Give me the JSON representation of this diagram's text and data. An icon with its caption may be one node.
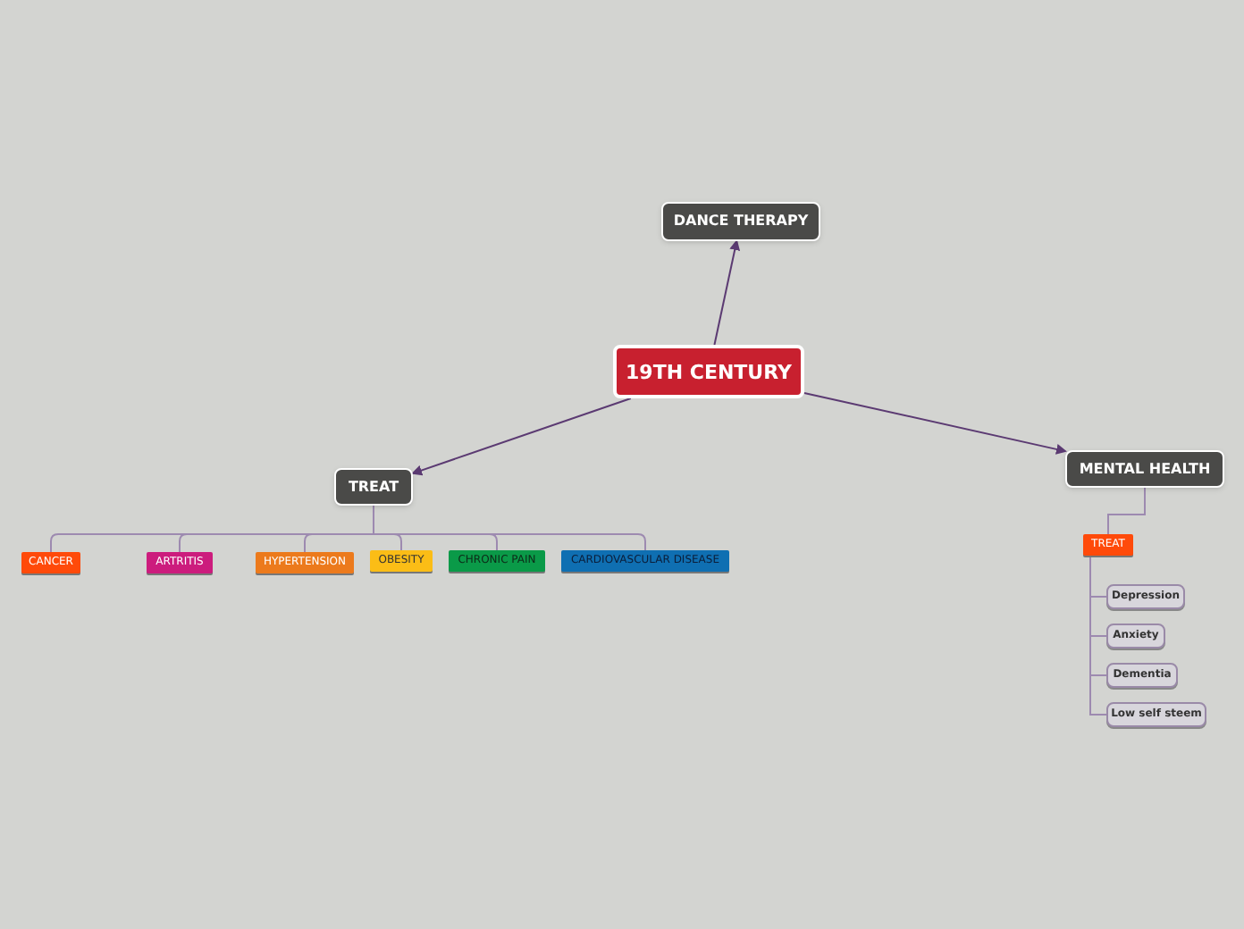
{
  "diagram": {
    "nodes": [
      {
        "text": [
          "19TH CENTURY"
        ]
      },
      {
        "text": [
          "DANCE THERAPY"
        ]
      },
      {
        "text": [
          "TREAT"
        ]
      },
      {
        "text": [
          "MENTAL HEALTH"
        ]
      },
      {
        "text": [
          "CANCER"
        ]
      },
      {
        "text": [
          "ARTRITIS"
        ]
      },
      {
        "text": [
          "HYPERTENSION"
        ]
      },
      {
        "text": [
          "OBESITY"
        ]
      },
      {
        "text": [
          "CHRONIC PAIN"
        ]
      },
      {
        "text": [
          "CARDIOVASCULAR DISEASE"
        ]
      },
      {
        "text": [
          "TREAT"
        ]
      },
      {
        "text": [
          "Depression"
        ]
      },
      {
        "text": [
          "Anxiety"
        ]
      },
      {
        "text": [
          "Dementia"
        ]
      },
      {
        "text": [
          "Low self steem"
        ]
      }
    ],
    "edges": [
      {
        "from": 0,
        "to": 1,
        "arrow": "to",
        "color": "#5b3a72"
      },
      {
        "from": 0,
        "to": 2,
        "arrow": "to",
        "color": "#5b3a72"
      },
      {
        "from": 0,
        "to": 3,
        "arrow": "to",
        "color": "#5b3a72"
      },
      {
        "from": 2,
        "to": 4,
        "arrow": "none"
      },
      {
        "from": 2,
        "to": 5,
        "arrow": "none"
      },
      {
        "from": 2,
        "to": 6,
        "arrow": "none"
      },
      {
        "from": 2,
        "to": 7,
        "arrow": "none"
      },
      {
        "from": 2,
        "to": 8,
        "arrow": "none"
      },
      {
        "from": 2,
        "to": 9,
        "arrow": "none"
      },
      {
        "from": 3,
        "to": 10,
        "arrow": "none"
      },
      {
        "from": 10,
        "to": 11,
        "arrow": "none"
      },
      {
        "from": 10,
        "to": 12,
        "arrow": "none"
      },
      {
        "from": 10,
        "to": 13,
        "arrow": "none"
      },
      {
        "from": 10,
        "to": 14,
        "arrow": "none"
      }
    ]
  }
}
